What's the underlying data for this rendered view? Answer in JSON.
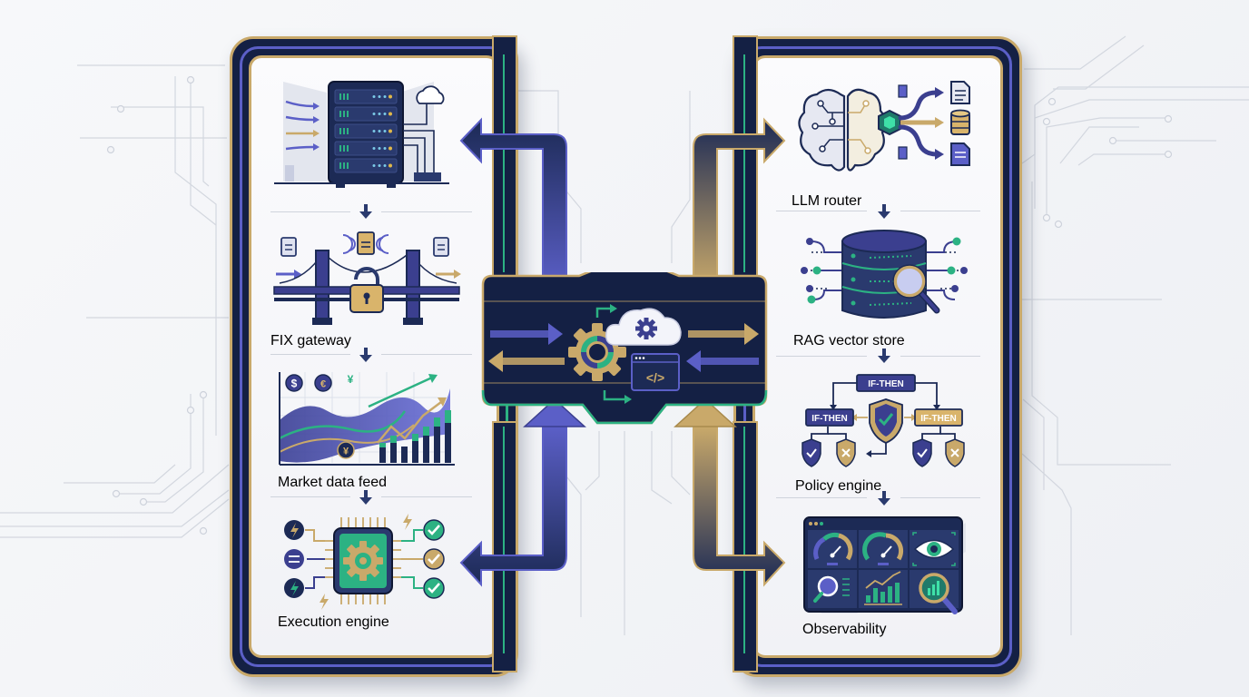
{
  "diagram": {
    "left_column": {
      "title": "",
      "stages": [
        {
          "id": "ingress",
          "label": "",
          "icon": "server-rack-icon"
        },
        {
          "id": "fix-gateway",
          "label": "FIX gateway",
          "icon": "bridge-lock-icon"
        },
        {
          "id": "market-data-feed",
          "label": "Market data feed",
          "icon": "market-chart-icon"
        },
        {
          "id": "execution-engine",
          "label": "Execution engine",
          "icon": "chip-gear-icon"
        }
      ]
    },
    "right_column": {
      "title": "",
      "stages": [
        {
          "id": "llm-router",
          "label": "LLM router",
          "icon": "brain-router-icon"
        },
        {
          "id": "rag-vector-store",
          "label": "RAG vector store",
          "icon": "database-search-icon"
        },
        {
          "id": "policy-engine",
          "label": "Policy engine",
          "icon": "if-then-tree-icon",
          "nodes": [
            "IF-THEN",
            "IF-THEN",
            "IF-THEN"
          ]
        },
        {
          "id": "observability",
          "label": "Observability",
          "icon": "dashboard-icon"
        }
      ]
    },
    "hub": {
      "icons": [
        "gear-icon",
        "cloud-gear-icon",
        "code-window-icon"
      ],
      "code_glyph": "</>"
    },
    "market_currency_symbols": [
      "$",
      "€",
      "¥",
      "¥"
    ],
    "colors": {
      "navy": "#142044",
      "indigo": "#5b5fc7",
      "gold": "#c9a96a",
      "green": "#2cb283",
      "background": "#f3f4f7",
      "text": "#1e2540"
    }
  }
}
